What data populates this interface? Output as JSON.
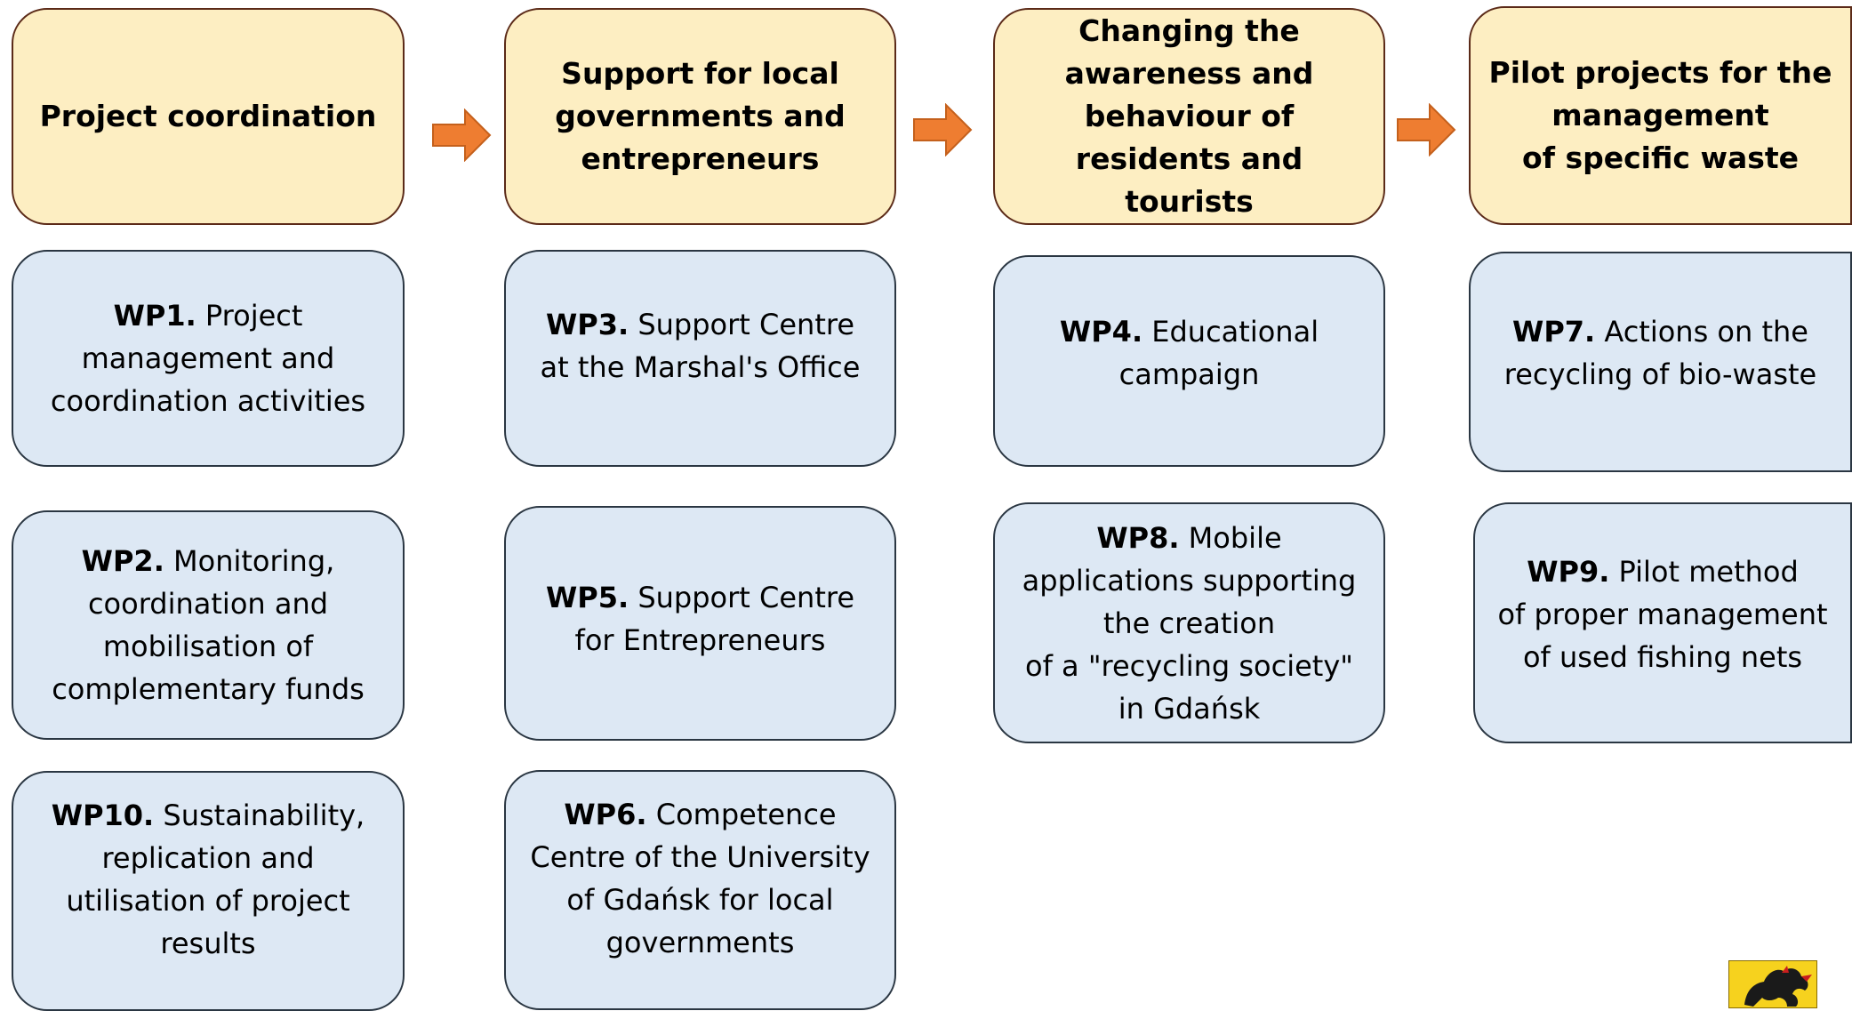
{
  "colors": {
    "header_fill": "#fdeec2",
    "header_border": "#5b2a18",
    "wp_fill": "#dde8f4",
    "wp_border": "#2a3642",
    "arrow": "#ee7d31",
    "emblem_bg": "#f6d21e"
  },
  "headers": [
    {
      "lines": [
        "Project coordination"
      ]
    },
    {
      "lines": [
        "Support for local",
        "governments and",
        "entrepreneurs"
      ]
    },
    {
      "lines": [
        "Changing the",
        "awareness and",
        "behaviour of",
        "residents and",
        "tourists"
      ]
    },
    {
      "lines": [
        "Pilot projects for the",
        "management",
        "of specific waste"
      ]
    }
  ],
  "work_packages": {
    "wp1": {
      "code": "WP1.",
      "lines": [
        "Project",
        "management and",
        "coordination activities"
      ]
    },
    "wp2": {
      "code": "WP2.",
      "lines": [
        "Monitoring,",
        "coordination and",
        "mobilisation of",
        "complementary funds"
      ]
    },
    "wp10": {
      "code": "WP10.",
      "lines": [
        "Sustainability,",
        "replication and",
        "utilisation of project",
        "results"
      ]
    },
    "wp3": {
      "code": "WP3.",
      "lines": [
        "Support Centre",
        "at the Marshal's Office"
      ]
    },
    "wp5": {
      "code": "WP5.",
      "lines": [
        "Support Centre",
        "for Entrepreneurs"
      ]
    },
    "wp6": {
      "code": "WP6.",
      "lines": [
        "Competence",
        "Centre of the University",
        "of Gdańsk for local",
        "governments"
      ]
    },
    "wp4": {
      "code": "WP4.",
      "lines": [
        "Educational",
        "campaign"
      ]
    },
    "wp8": {
      "code": "WP8.",
      "lines": [
        "Mobile",
        "applications supporting",
        "the creation",
        "of a \"recycling society\"",
        "in Gdańsk"
      ]
    },
    "wp7": {
      "code": "WP7.",
      "lines": [
        "Actions on the",
        "recycling of bio-waste"
      ]
    },
    "wp9": {
      "code": "WP9.",
      "lines": [
        "Pilot method",
        "of proper management",
        "of used fishing nets"
      ]
    }
  },
  "icons": {
    "arrow": "right-arrow-icon",
    "emblem": "pomorskie-griffin-emblem"
  }
}
